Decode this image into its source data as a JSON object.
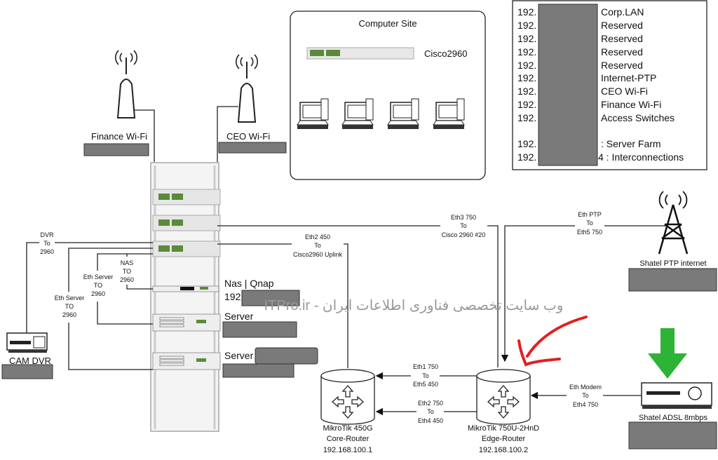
{
  "computer_site": {
    "title": "Computer Site",
    "switch_label": "Cisco2960"
  },
  "wifi": {
    "finance": "Finance Wi-Fi",
    "ceo": "CEO Wi-Fi"
  },
  "ip_table": {
    "prefix": "192.",
    "rows": [
      "Corp.LAN",
      "Reserved",
      "Reserved",
      "Reserved",
      "Reserved",
      "Internet-PTP",
      "CEO Wi-Fi",
      "Finance Wi-Fi",
      "Access Switches"
    ],
    "extra_rows": [
      ": Server Farm",
      "4 : Interconnections"
    ]
  },
  "rack": {
    "nas_label": "Nas | Qnap",
    "nas_ip_prefix": "192.",
    "server1": "Server",
    "server2": "Server"
  },
  "cam_dvr": {
    "label": "CAM DVR"
  },
  "links": {
    "dvr": [
      "DVR",
      "To",
      "2960"
    ],
    "nas": [
      "NAS",
      "TO",
      "2960"
    ],
    "eth_server1": [
      "Eth Server",
      "TO",
      "2960"
    ],
    "eth_server2": [
      "Eth Server",
      "TO",
      "2960"
    ],
    "eth2_450": [
      "Eth2 450",
      "To",
      "Cisco2960 Uplink"
    ],
    "eth3_750": [
      "Eth3 750",
      "To",
      "Cisco 2960 #20"
    ],
    "eth_ptp": [
      "Eth PTP",
      "To",
      "Eth5 750"
    ],
    "eth1_750": [
      "Eth1 750",
      "To",
      "Eth5 450"
    ],
    "eth2_750": [
      "Eth2 750",
      "To",
      "Eth4 450"
    ],
    "eth_modem": [
      "Eth Modem",
      "To",
      "Eth4 750"
    ]
  },
  "core_router": {
    "model": "MikroTik 450G",
    "role": "Core-Router",
    "ip": "192.168.100.1"
  },
  "edge_router": {
    "model": "MikroTik 750U-2HnD",
    "role": "Edge-Router",
    "ip": "192.168.100.2"
  },
  "shatel_ptp": {
    "label": "Shatel PTP internet"
  },
  "shatel_adsl": {
    "label": "Shatel ADSL 8mbps"
  },
  "watermark": "ITPro.ir - وب سایت تخصصی فناوری اطلاعات ایران",
  "colors": {
    "mask": "#7a7a7a",
    "annotation_arrow": "#e02020",
    "download_arrow": "#2db336"
  }
}
